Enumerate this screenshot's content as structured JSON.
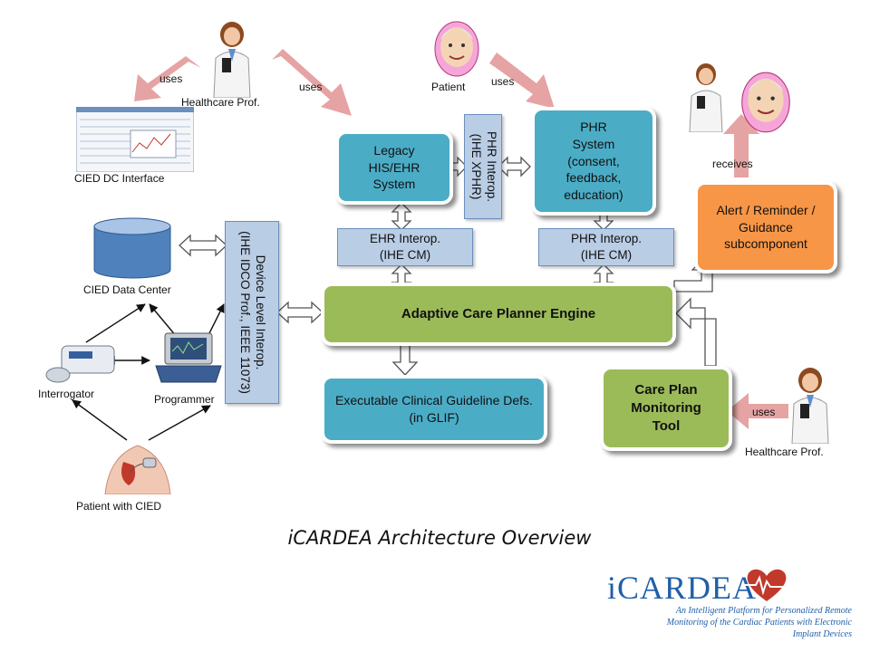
{
  "boxes": {
    "legacy": "Legacy\nHIS/EHR\nSystem",
    "phr_system": "PHR\nSystem\n(consent,\nfeedback,\neducation)",
    "phr_interop_vertical": "PHR Interop.\n(IHE XPHR)",
    "ehr_interop": "EHR Interop.\n(IHE CM)",
    "phr_interop": "PHR Interop.\n(IHE CM)",
    "device_interop": "Device Level Interop.\n(IHE IDCO Prof., IEEE 11073)",
    "engine": "Adaptive Care Planner Engine",
    "guideline": "Executable Clinical Guideline Defs.\n(in GLIF)",
    "care_plan": "Care Plan\nMonitoring\nTool",
    "alert": "Alert / Reminder /\nGuidance\nsubcomponent"
  },
  "labels": {
    "hp_top": "Healthcare Prof.",
    "patient_top": "Patient",
    "uses_1": "uses",
    "uses_2": "uses",
    "uses_3": "uses",
    "uses_4": "uses",
    "receives": "receives",
    "dc_interface": "CIED DC Interface",
    "data_center": "CIED Data Center",
    "interrogator": "Interrogator",
    "programmer": "Programmer",
    "patient_cied": "Patient with CIED",
    "hp_bottom": "Healthcare Prof."
  },
  "caption": "iCARDEA Architecture Overview",
  "logo": {
    "name": "iCARDEA",
    "tagline": "An Intelligent Platform for Personalized Remote Monitoring of the Cardiac Patients with Electronic Implant Devices"
  },
  "colors": {
    "box_blue": "#4bacc6",
    "interop_blue": "#b9cde5",
    "engine_green": "#9bbb59",
    "alert_orange": "#f79646",
    "uses_arrow": "#e6a3a3"
  }
}
